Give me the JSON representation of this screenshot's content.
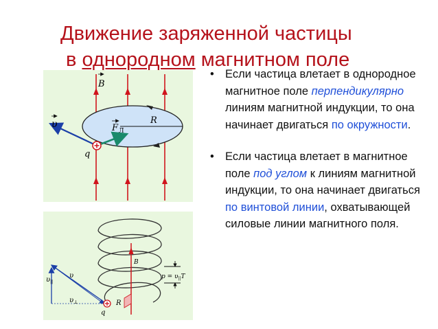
{
  "title": {
    "line1": "Движение заряженной частицы",
    "line2_pre": "в ",
    "line2_underlined": "однородном",
    "line2_post": " магнитном поле"
  },
  "figure1": {
    "labels": {
      "B": "B",
      "v": "υ",
      "F": "F",
      "F_sub": "Л",
      "R": "R",
      "q": "q"
    }
  },
  "figure2": {
    "labels": {
      "v_par": "υ",
      "v_par_sub": "||",
      "v": "υ",
      "v_perp": "υ",
      "v_perp_sub": "⊥",
      "B": "B",
      "R": "R",
      "q": "q",
      "p_eq": "p = υ",
      "p_sub": "||",
      "p_T": "T"
    }
  },
  "bullets": [
    {
      "marker": "•",
      "t1": "Если частица влетает в однородное магнитное поле ",
      "em": "перпендикулярно",
      "t2": " линиям магнитной индукции, то она начинает двигаться ",
      "hl": "по окружности",
      "t3": "."
    },
    {
      "marker": "•",
      "t1": "Если частица влетает в магнитное поле ",
      "em": "под углом",
      "t2": " к линиям магнитной индукции, то она начинает двигаться ",
      "hl": "по винтовой линии",
      "t3": ", охватывающей силовые линии магнитного поля."
    }
  ],
  "colors": {
    "title": "#b5121b",
    "accent_blue": "#1f4fd8",
    "figure_bg": "#e9f7df",
    "field_line": "#d0141c",
    "orbit_fill": "#cfe3f8",
    "force_arrow": "#1a8a6b",
    "vector_blue": "#1b3fa8"
  }
}
